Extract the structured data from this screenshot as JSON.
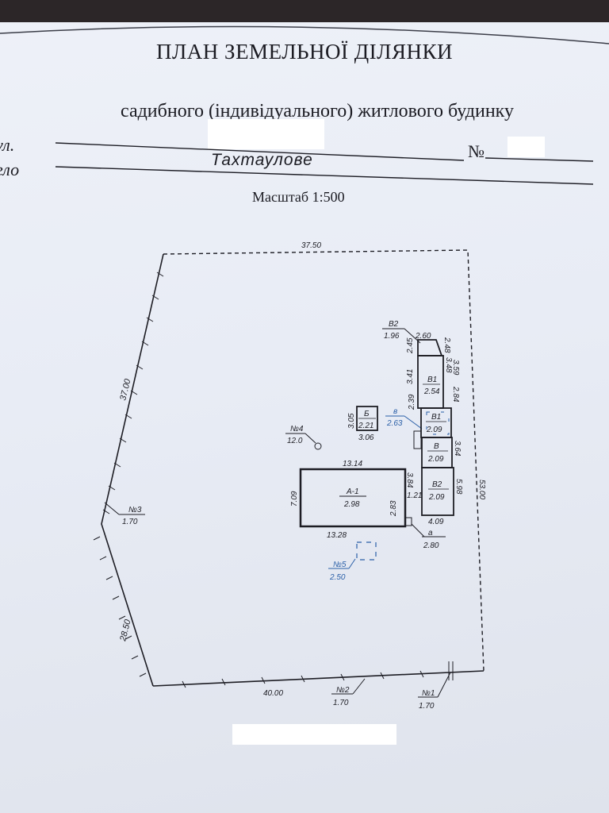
{
  "header": {
    "title": "ПЛАН ЗЕМЕЛЬНОЇ ДІЛЯНКИ",
    "subtitle": "садибного (індивідуального) житлового будинку",
    "street_label": "ул.",
    "village_label": "ело",
    "number_label": "№",
    "village_value": "Тахтаулове",
    "scale": "Масштаб 1:500"
  },
  "plan": {
    "top_length": "37.50",
    "left_upper_length": "37.00",
    "left_lower_length": "28.50",
    "bottom_length": "40.00",
    "right_length": "53.00",
    "point3": {
      "num": "№3",
      "val": "1.70"
    },
    "point2": {
      "num": "№2",
      "val": "1.70"
    },
    "point1": {
      "num": "№1",
      "val": "1.70"
    },
    "point4": {
      "num": "№4",
      "val": "12.0"
    },
    "point5": {
      "num": "№5",
      "val": "2.50"
    },
    "house": {
      "label": "А-1",
      "height": "2.98",
      "top": "13.14",
      "bottom": "13.28",
      "left": "7.09",
      "right1": "3.84",
      "right2": "1.21",
      "right3": "2.83"
    },
    "shed_b": {
      "label": "Б",
      "height": "2.21",
      "left": "3.05",
      "bottom": "3.06"
    },
    "porch_a": {
      "label": "а",
      "height": "2.80"
    },
    "blue_v": {
      "label": "в",
      "height": "2.63"
    },
    "annex": {
      "v2_top": {
        "label": "В2",
        "height": "1.96"
      },
      "top_width": "2.60",
      "v1_upper": {
        "label": "В1",
        "height": "2.54"
      },
      "v1_lower": {
        "label": "В1",
        "height": "2.09"
      },
      "v": {
        "label": "В",
        "height": "2.09"
      },
      "v2": {
        "label": "В2",
        "height": "2.09"
      },
      "bottom_width": "4.09",
      "left_dims": [
        "2.45",
        "3.41",
        "2.39"
      ],
      "right_dims": [
        "2.48",
        "3.48",
        "3.59",
        "2.84",
        "3.64",
        "5.98"
      ]
    }
  }
}
